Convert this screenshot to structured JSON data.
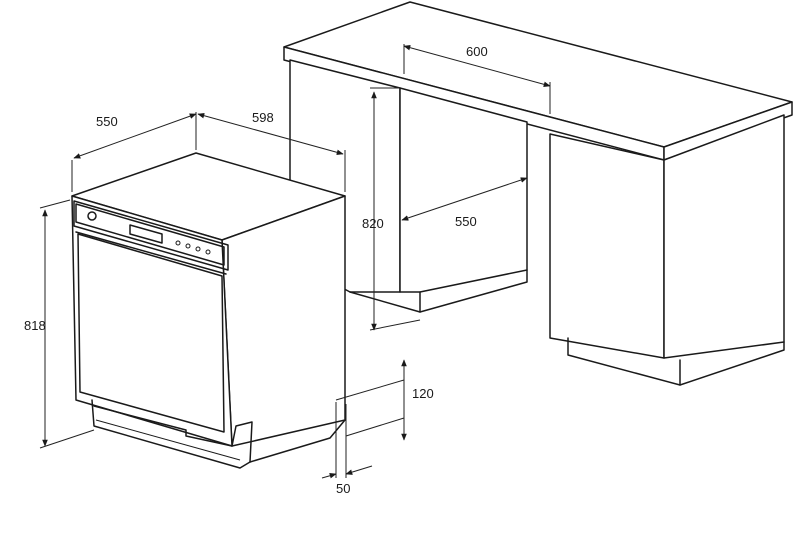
{
  "dimensions": {
    "counter_depth": "600",
    "cabinet_height": "820",
    "cabinet_opening_depth": "550",
    "appliance_depth": "550",
    "appliance_width": "598",
    "appliance_height": "818",
    "plinth_height": "120",
    "plinth_recess": "50"
  },
  "colors": {
    "line": "#1a1a1a",
    "background": "#ffffff"
  }
}
